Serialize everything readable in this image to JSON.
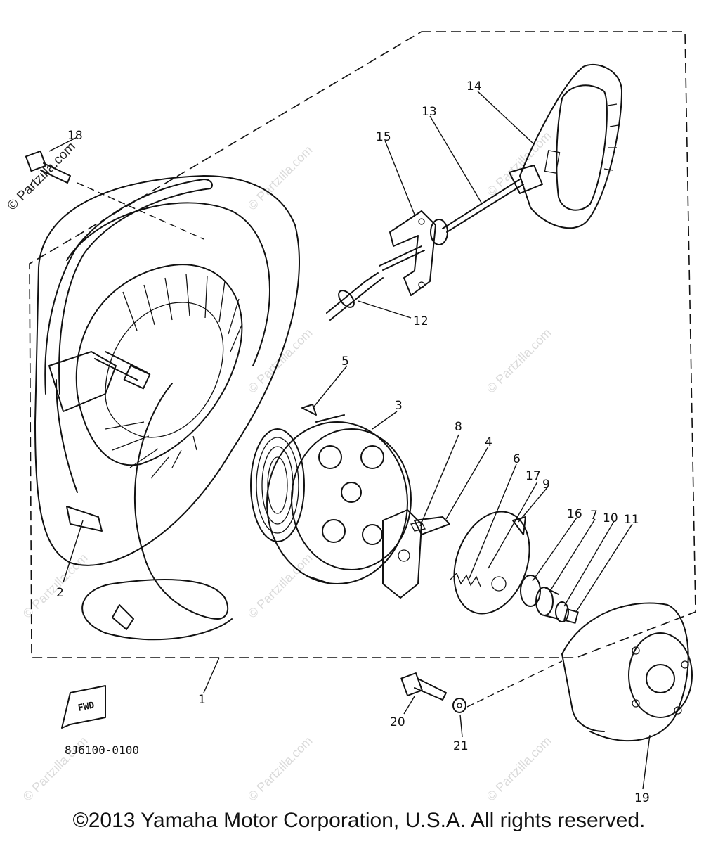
{
  "diagram": {
    "part_labels": [
      "1",
      "2",
      "3",
      "4",
      "5",
      "6",
      "7",
      "8",
      "9",
      "10",
      "11",
      "12",
      "13",
      "14",
      "15",
      "16",
      "17",
      "18",
      "19",
      "20",
      "21"
    ],
    "diagram_code": "8J6100-0100",
    "fwd_label": "FWD",
    "watermark_main": "© Partzilla.com",
    "watermark_tiles": "© Partzilla.com",
    "copyright": "©2013 Yamaha Motor Corporation, U.S.A. All rights reserved."
  }
}
